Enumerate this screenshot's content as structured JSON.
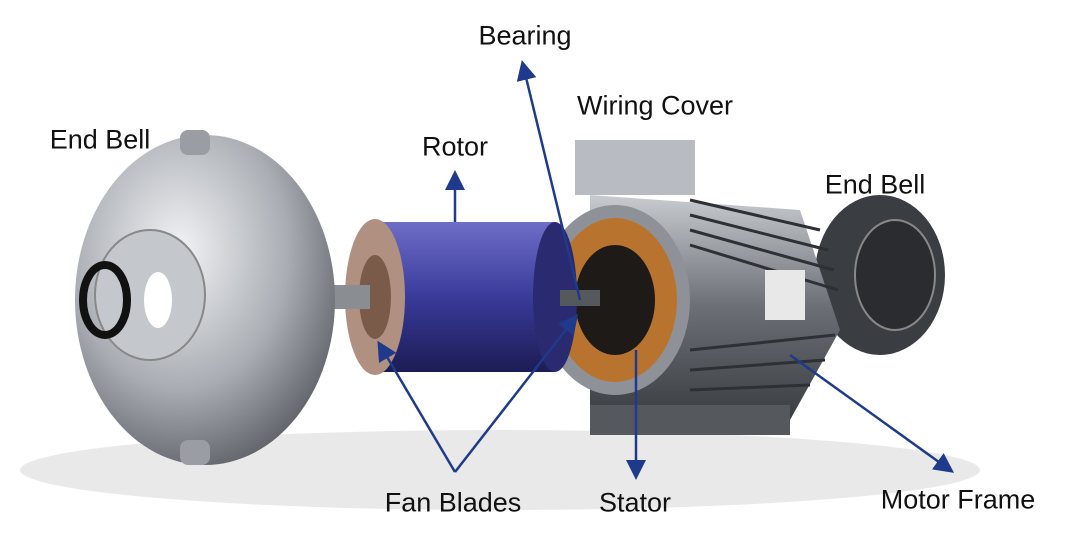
{
  "labels": {
    "bearing": "Bearing",
    "wiring_cover": "Wiring Cover",
    "end_bell_left": "End Bell",
    "rotor": "Rotor",
    "end_bell_right": "End Bell",
    "fan_blades": "Fan Blades",
    "stator": "Stator",
    "motor_frame": "Motor Frame"
  },
  "colors": {
    "arrow": "#1f3a8a",
    "rotor": "#3a3a9a",
    "stator_winding": "#b8742e",
    "metal": "#a9adb3"
  }
}
